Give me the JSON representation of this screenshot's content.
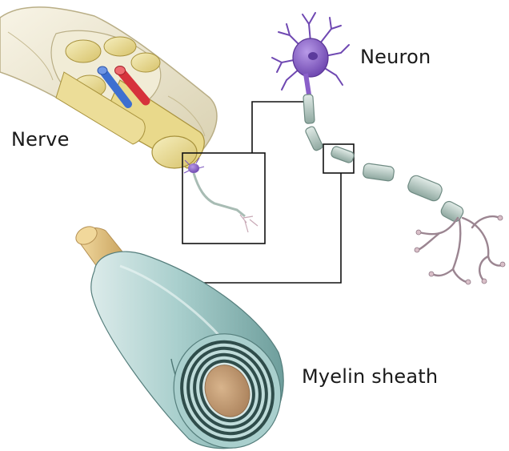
{
  "labels": {
    "nerve": "Nerve",
    "neuron": "Neuron",
    "myelin_sheath": "Myelin sheath"
  },
  "colors": {
    "background": "#ffffff",
    "nerve_fibre": "#e6d89a",
    "nerve_sheath": "#eee8cf",
    "artery": "#d6323c",
    "vein": "#3d6fd0",
    "neuron_body": "#8a5fc9",
    "axon_segment": "#b8c9c2",
    "dendrite_terminals": "#c8a9b6",
    "myelin_outer": "#9fc6c4",
    "axon_core": "#c8a075",
    "connector_lines": "#111111"
  },
  "icons": {
    "nerve_illustration": "nerve-bundle-icon",
    "neuron_illustration": "neuron-icon",
    "myelin_illustration": "myelin-cross-section-icon"
  }
}
